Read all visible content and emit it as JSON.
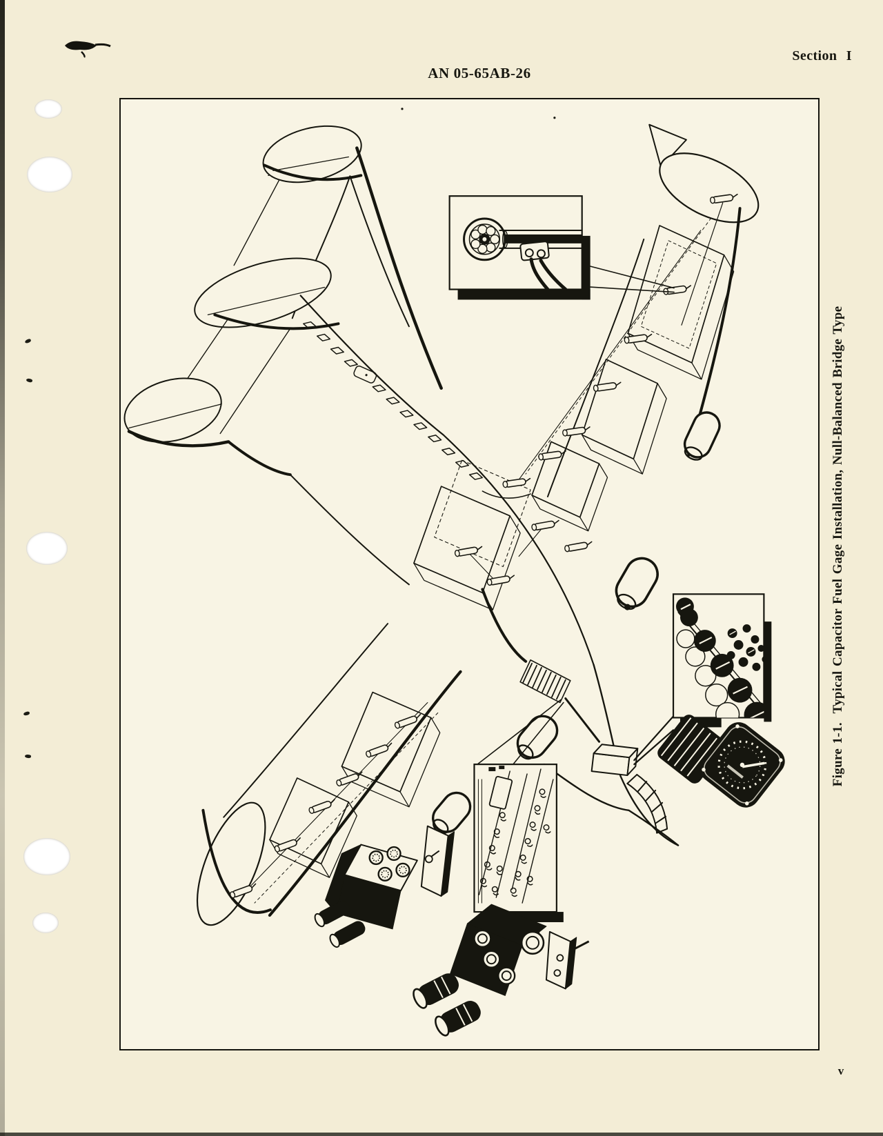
{
  "page": {
    "header": {
      "doc_number": "AN 05-65AB-26",
      "section": "Section  I"
    },
    "figure": {
      "caption": "Figure 1-1.  Typical Capacitor Fuel Gage Installation, Null-Balanced Bridge Type"
    },
    "footer": {
      "page_number": "v"
    },
    "colors": {
      "paper": "#f3edd6",
      "figure_bg": "#f8f4e4",
      "ink": "#16160f",
      "hole": "#ffffff"
    }
  }
}
